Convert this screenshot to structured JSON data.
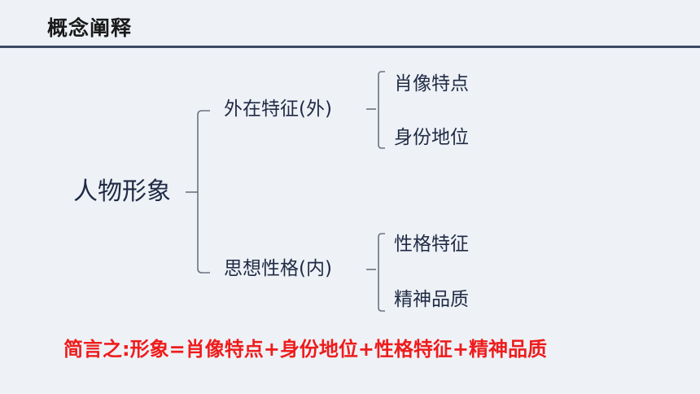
{
  "slide": {
    "title": "概念阐释",
    "summary": "简言之:形象=肖像特点+身份地位+性格特征+精神品质"
  },
  "diagram": {
    "root": "人物形象",
    "branches": [
      {
        "label": "外在特征(外)",
        "children": [
          "肖像特点",
          "身份地位"
        ]
      },
      {
        "label": "思想性格(内)",
        "children": [
          "性格特征",
          "精神品质"
        ]
      }
    ]
  },
  "colors": {
    "background": "#eef2f7",
    "title_rule": "#3b4a63",
    "text": "#1f2a44",
    "bracket": "#6b7280",
    "summary": "#ee1c1c"
  }
}
